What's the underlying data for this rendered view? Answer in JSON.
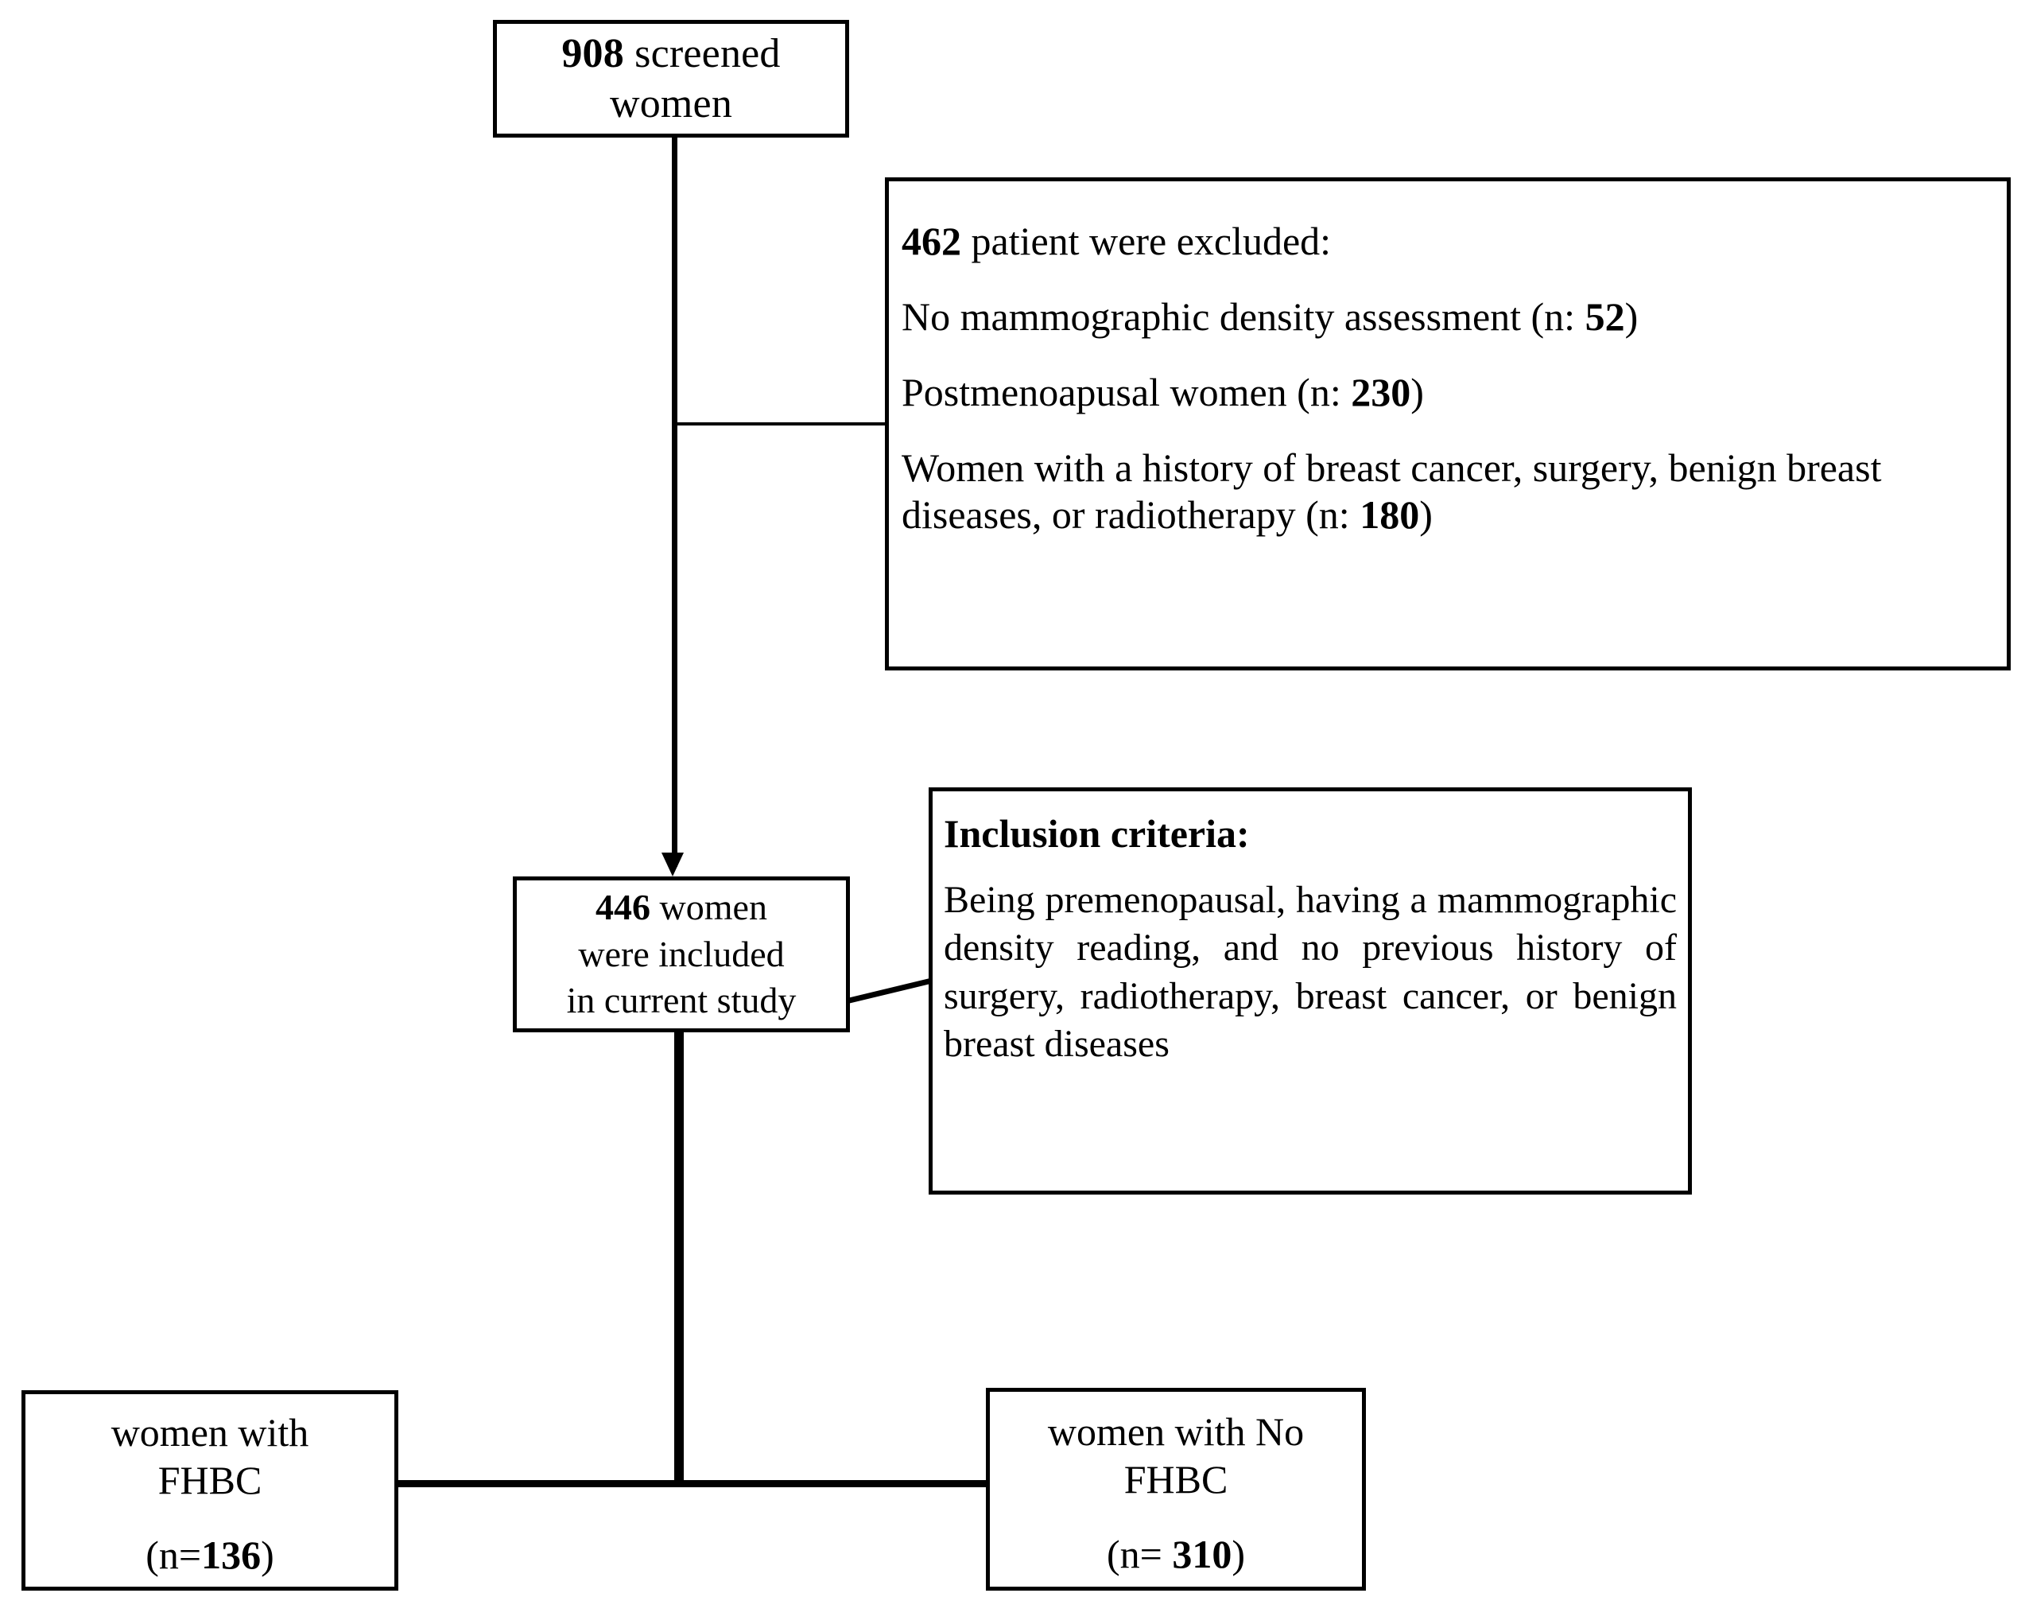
{
  "diagram": {
    "type": "flowchart",
    "title": "Study participant selection flow diagram",
    "nodes": {
      "screened": {
        "line1_bold": "908",
        "line1_rest": " screened",
        "line2": "women"
      },
      "excluded": {
        "header_bold": "462",
        "header_rest": " patient were excluded:",
        "reason1_pre": "No mammographic density assessment (n: ",
        "reason1_n": "52",
        "reason1_post": ")",
        "reason2_pre": "Postmenoapusal women (n: ",
        "reason2_n": "230",
        "reason2_post": ")",
        "reason3_pre": "Women with a history of breast cancer, surgery, benign breast diseases, or radiotherapy (n: ",
        "reason3_n": "180",
        "reason3_post": ")"
      },
      "inclusion": {
        "heading": "Inclusion criteria:",
        "body": "Being premenopausal, having a mammographic density reading, and no previous history of surgery, radiotherapy, breast cancer, or benign breast diseases"
      },
      "included": {
        "line1_bold": "446",
        "line1_rest": " women",
        "line2": "were included",
        "line3": "in current study"
      },
      "fhbc": {
        "line1": "women with",
        "line2": "FHBC",
        "count_pre": "(n=",
        "count_n": "136",
        "count_post": ")"
      },
      "no_fhbc": {
        "line1": "women with No",
        "line2": "FHBC",
        "count_pre": "(n= ",
        "count_n": "310",
        "count_post": ")"
      }
    },
    "colors": {
      "stroke": "#000000",
      "background": "#ffffff",
      "text": "#000000"
    }
  }
}
